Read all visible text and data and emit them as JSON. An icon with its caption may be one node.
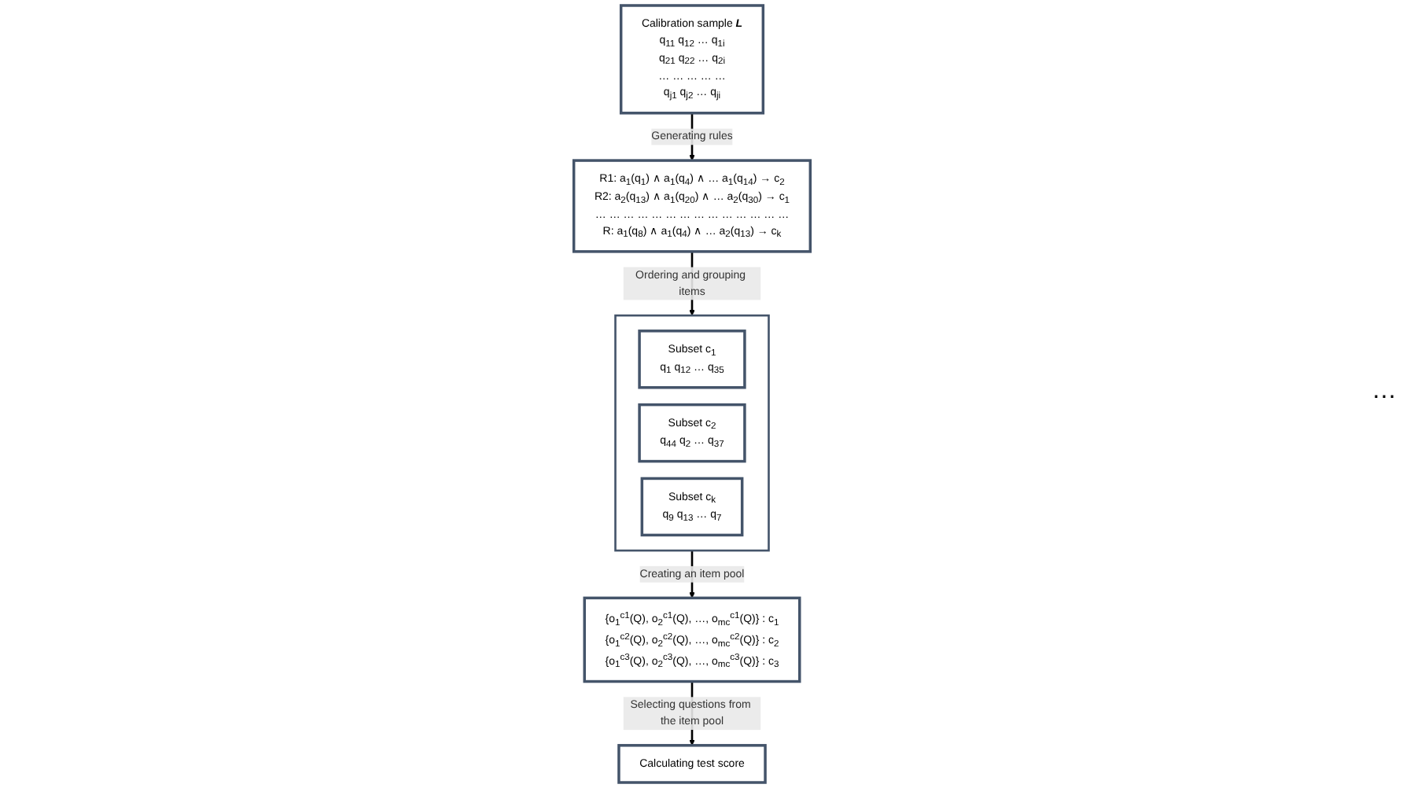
{
  "diagram": {
    "nodes": [
      {
        "text": [
          "Calibration sample **L**",
          "q$_{11}$ q$_{12}$ … q$_{1i}$",
          "q$_{21}$ q$_{22}$ … q$_{2i}$",
          "… … … … …",
          "q$_{j1}$ q$_{j2}$ … q$_{ji}$"
        ]
      },
      {
        "text": [
          "R1: a$_{1}$(q$_{1}$) ∧ a$_{1}$(q$_{4}$) ∧ … a$_{1}$(q$_{14}$) → c$_{2}$",
          "R2: a$_{2}$(q$_{13}$) ∧ a$_{1}$(q$_{20}$) ∧ … a$_{2}$(q$_{30}$) → c$_{1}$",
          "… … … … … … … … … … … … … …",
          "R: a$_{1}$(q$_{8}$) ∧ a$_{1}$(q$_{4}$) ∧ … a$_{2}$(q$_{13}$) → c$_{k}$"
        ]
      },
      {
        "text": [],
        "shape": "box"
      },
      {
        "text": [
          "Subset c$_{1}$",
          "q$_{1}$ q$_{12}$ … q$_{35}$"
        ],
        "in": 2
      },
      {
        "text": [
          "Subset c$_{2}$",
          "q$_{44}$ q$_{2}$ … q$_{37}$"
        ],
        "in": 2
      },
      {
        "text": [
          "Subset c$_{k}$",
          "q$_{9}$ q$_{13}$ … q$_{7}$"
        ],
        "in": 2
      },
      {
        "text": [
          "{o$_{1}$$^{c1}$(Q), o$_{2}$$^{c1}$(Q), …, o$_{mc}$$^{c1}$(Q)} : c$_{1}$",
          "{o$_{1}$$^{c2}$(Q), o$_{2}$$^{c2}$(Q), …, o$_{mc}$$^{c2}$(Q)} : c$_{2}$",
          "{o$_{1}$$^{c3}$(Q), o$_{2}$$^{c3}$(Q), …, o$_{mc}$$^{c3}$(Q)} : c$_{3}$"
        ]
      },
      {
        "text": [
          "Calculating test score"
        ]
      }
    ],
    "edges": [
      {
        "from": 0,
        "to": 1,
        "arrow": "to",
        "label": "Generating rules"
      },
      {
        "from": 1,
        "to": 2,
        "arrow": "to",
        "label": "Ordering and grouping items"
      },
      {
        "from": 2,
        "to": 6,
        "arrow": "to",
        "label": "Creating an item pool"
      },
      {
        "from": 6,
        "to": 7,
        "arrow": "to",
        "label": "Selecting questions from the item pool"
      }
    ],
    "labels": [
      "…"
    ]
  }
}
